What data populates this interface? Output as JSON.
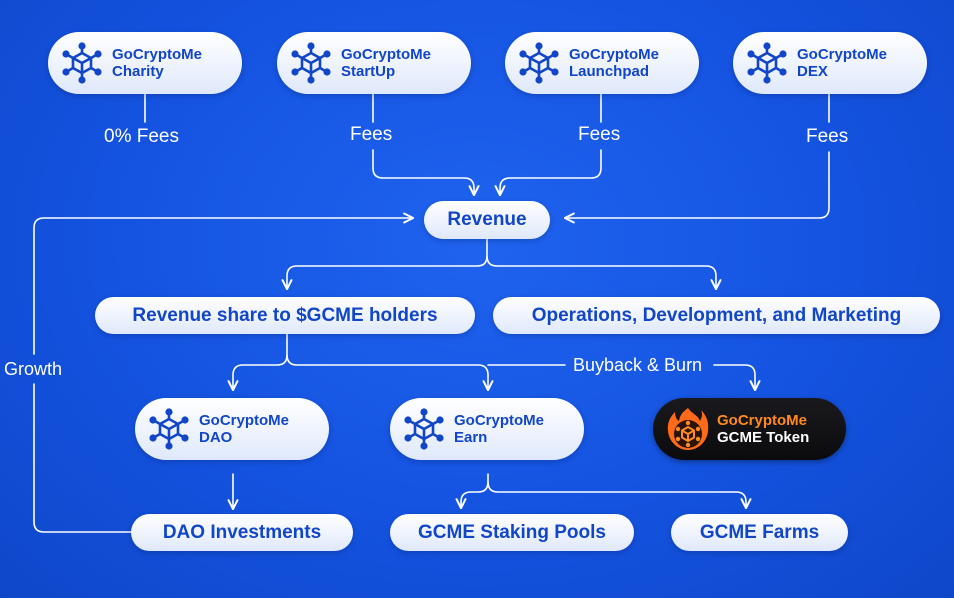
{
  "products": [
    {
      "line1": "GoCryptoMe",
      "line2": "Charity",
      "fee": "0% Fees"
    },
    {
      "line1": "GoCryptoMe",
      "line2": "StartUp",
      "fee": "Fees"
    },
    {
      "line1": "GoCryptoMe",
      "line2": "Launchpad",
      "fee": "Fees"
    },
    {
      "line1": "GoCryptoMe",
      "line2": "DEX",
      "fee": "Fees"
    }
  ],
  "revenue": "Revenue",
  "revenue_share": "Revenue share to $GCME holders",
  "operations": "Operations, Development, and Marketing",
  "buyback": "Buyback & Burn",
  "growth": "Growth",
  "dao": {
    "line1": "GoCryptoMe",
    "line2": "DAO"
  },
  "earn": {
    "line1": "GoCryptoMe",
    "line2": "Earn"
  },
  "token": {
    "line1": "GoCryptoMe",
    "line2": "GCME Token"
  },
  "dao_investments": "DAO Investments",
  "staking_pools": "GCME Staking Pools",
  "farms": "GCME Farms",
  "colors": {
    "background": "#1453e0",
    "box_text": "#1246c9",
    "line": "#ffffff",
    "token_text_top": "#ff8a1f",
    "token_text_bottom": "#ffffff"
  }
}
